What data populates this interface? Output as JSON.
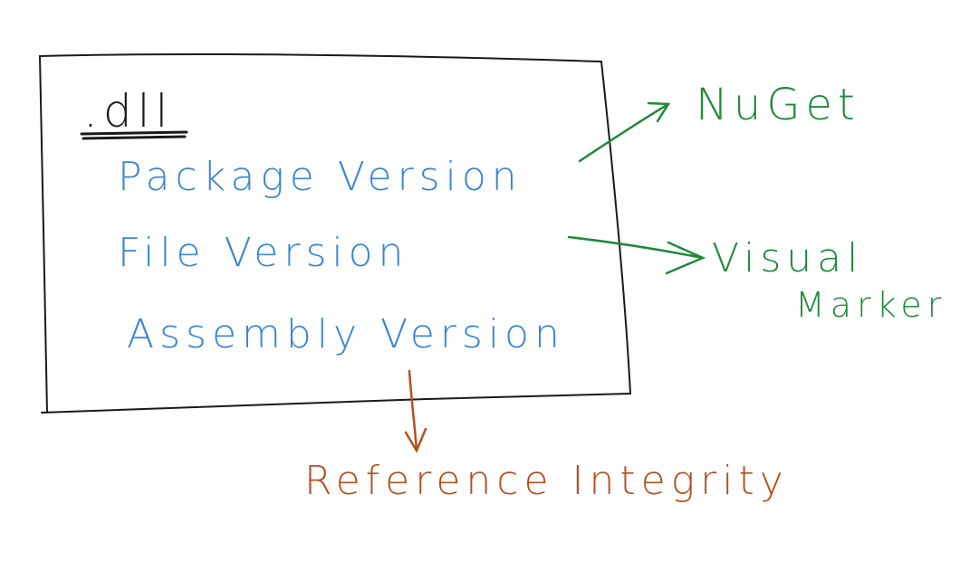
{
  "box": {
    "title": ".dll",
    "items": [
      "Package Version",
      "File Version",
      "Assembly Version"
    ]
  },
  "annotations": {
    "package_target": "NuGet",
    "file_target_line1": "Visual",
    "file_target_line2": "Marker",
    "assembly_target": "Reference Integrity"
  },
  "colors": {
    "box_ink": "#1a1a1a",
    "item_ink": "#3a86d4",
    "green_ink": "#1f8a3a",
    "brown_ink": "#b5501f"
  }
}
